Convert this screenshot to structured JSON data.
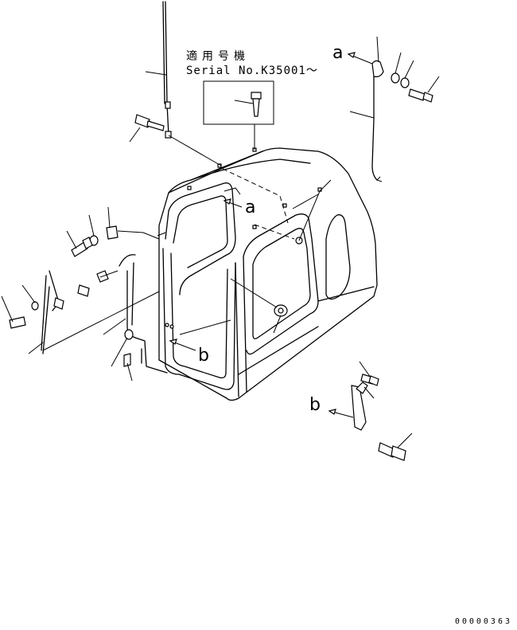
{
  "serial_note": {
    "label_ja": "適用号機",
    "label_en": "Serial No.K35001～"
  },
  "view_refs": {
    "a_callout": "a",
    "a_target": "a",
    "b_target": "b",
    "b_callout": "b"
  },
  "document_number": "00000363"
}
